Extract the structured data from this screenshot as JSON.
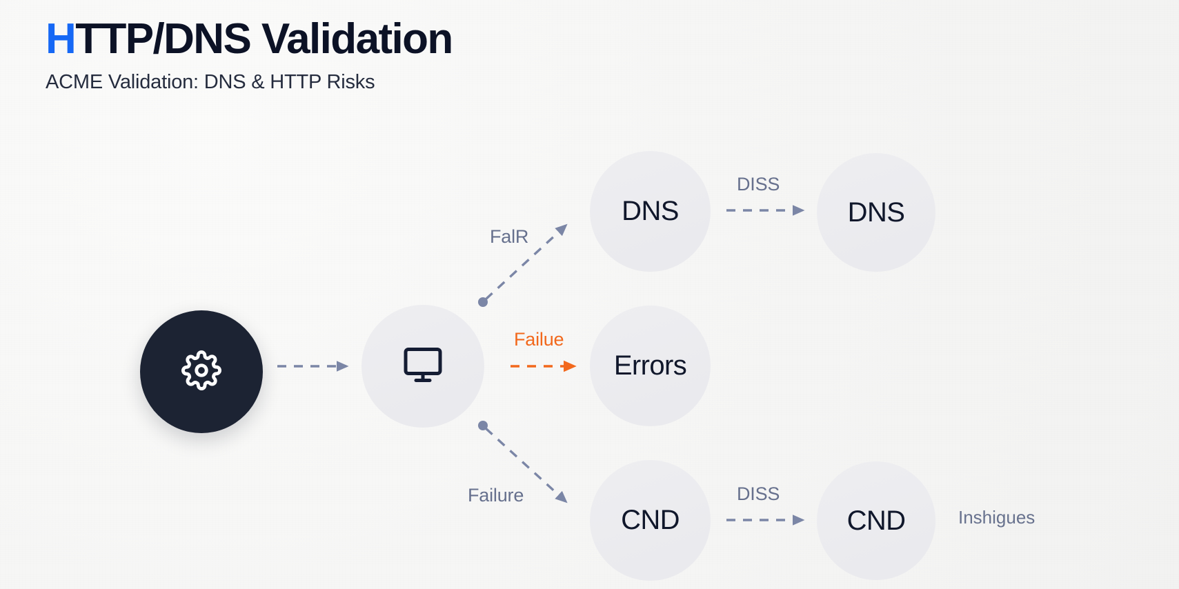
{
  "header": {
    "title_accent": "H",
    "title_rest": "TTP/DNS Validation",
    "title_full": "HTTP/DNS Validation",
    "subtitle": "ACME Validation: DNS & HTTP Risks"
  },
  "colors": {
    "background": "#f6f6f5",
    "accent_blue": "#1668f5",
    "dark_navy": "#1c2333",
    "node_gray": "#ececef",
    "edge_gray": "#7b86a6",
    "orange": "#f2681c",
    "label_gray": "#66708d",
    "text_dark": "#10172b"
  },
  "diagram": {
    "nodes": [
      {
        "id": "source",
        "label": "",
        "icon": "gear-icon",
        "style": "dark"
      },
      {
        "id": "monitor",
        "label": "",
        "icon": "monitor-icon",
        "style": "light"
      },
      {
        "id": "dns",
        "label": "DNS",
        "icon": "",
        "style": "light"
      },
      {
        "id": "dns2",
        "label": "DNS",
        "icon": "",
        "style": "light"
      },
      {
        "id": "errors",
        "label": "Errors",
        "icon": "",
        "style": "light"
      },
      {
        "id": "cnd",
        "label": "CND",
        "icon": "",
        "style": "light"
      },
      {
        "id": "cnd2",
        "label": "CND",
        "icon": "",
        "style": "light"
      }
    ],
    "edges": [
      {
        "id": "source-monitor",
        "label": "",
        "color": "gray"
      },
      {
        "id": "monitor-dns",
        "label": "FalR",
        "color": "gray"
      },
      {
        "id": "monitor-errors",
        "label": "Failue",
        "color": "orange"
      },
      {
        "id": "monitor-cnd",
        "label": "Failure",
        "color": "gray"
      },
      {
        "id": "dns-dns2",
        "label": "DISS",
        "color": "gray"
      },
      {
        "id": "cnd-cnd2",
        "label": "DISS",
        "color": "gray"
      }
    ],
    "annotations": [
      {
        "id": "insights-note",
        "text": "Inshigues"
      }
    ]
  }
}
